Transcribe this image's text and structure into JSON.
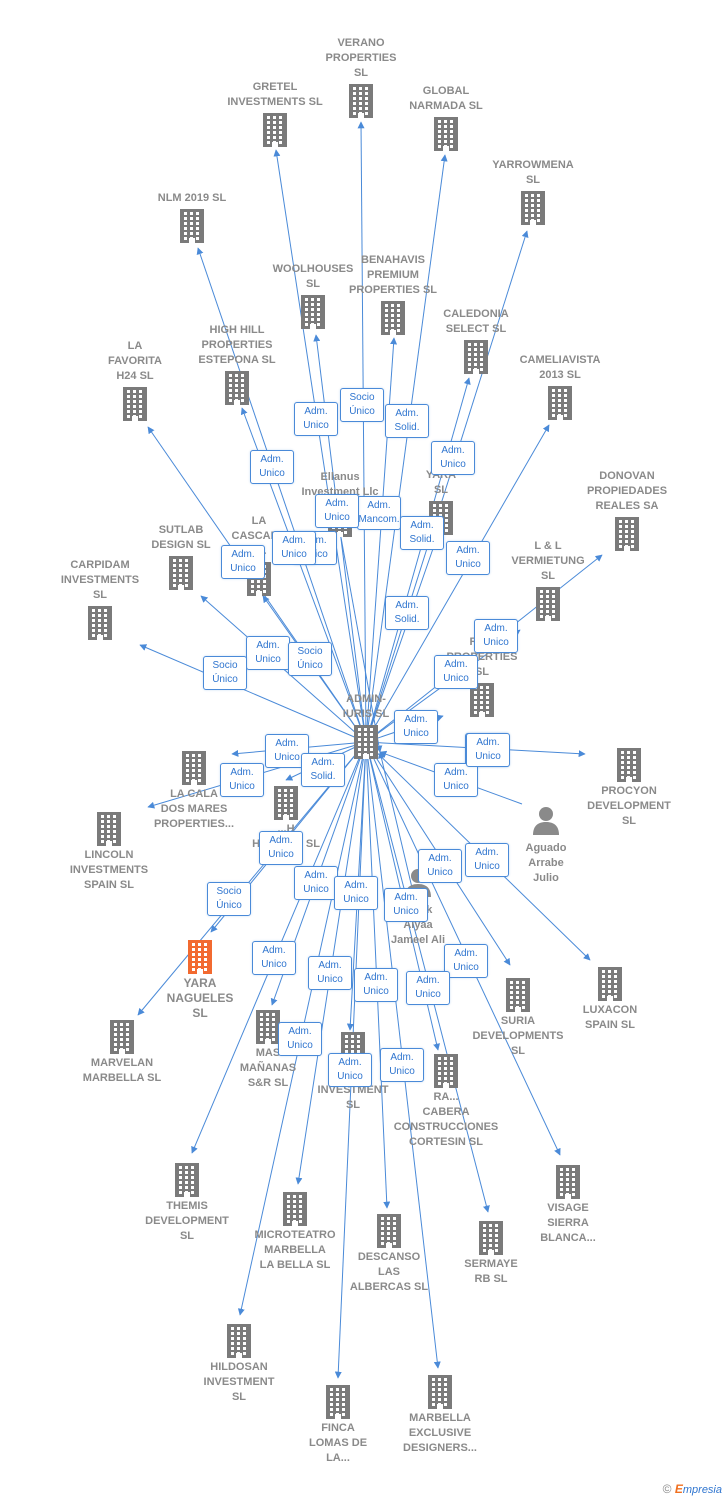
{
  "colors": {
    "edge": "#4a8ad8",
    "building": "#7a7a7a",
    "focus": "#f26a30",
    "person": "#8a8a8a"
  },
  "center": {
    "id": "admin",
    "label": "ADMIN-\nIURIS SL"
  },
  "nodes": [
    {
      "id": "verano",
      "type": "company",
      "label": "VERANO\nPROPERTIES\nSL"
    },
    {
      "id": "gretel",
      "type": "company",
      "label": "GRETEL\nINVESTMENTS SL"
    },
    {
      "id": "global",
      "type": "company",
      "label": "GLOBAL\nNARMADA SL"
    },
    {
      "id": "yarrowmena",
      "type": "company",
      "label": "YARROWMENA\nSL"
    },
    {
      "id": "nlm",
      "type": "company",
      "label": "NLM 2019 SL"
    },
    {
      "id": "woolhouses",
      "type": "company",
      "label": "WOOLHOUSES\nSL"
    },
    {
      "id": "benahavis",
      "type": "company",
      "label": "BENAHAVIS\nPREMIUM\nPROPERTIES SL"
    },
    {
      "id": "caledonia",
      "type": "company",
      "label": "CALEDONIA\nSELECT SL"
    },
    {
      "id": "cameliavista",
      "type": "company",
      "label": "CAMELIAVISTA\n2013 SL"
    },
    {
      "id": "lafavorita",
      "type": "company",
      "label": "LA\nFAVORITA\nH24 SL"
    },
    {
      "id": "highhill",
      "type": "company",
      "label": "HIGH HILL\nPROPERTIES\nESTEPONA SL"
    },
    {
      "id": "ellanus",
      "type": "company",
      "label": "Ellanus\nInvestment Llc"
    },
    {
      "id": "yarasl",
      "type": "company",
      "label": "YARA\nSL"
    },
    {
      "id": "donovan",
      "type": "company",
      "label": "DONOVAN\nPROPIEDADES\nREALES SA"
    },
    {
      "id": "sutlab",
      "type": "company",
      "label": "SUTLAB\nDESIGN SL"
    },
    {
      "id": "lacascada",
      "type": "company",
      "label": "LA\nCASCADA\nP..."
    },
    {
      "id": "llvermi",
      "type": "company",
      "label": "L & L\nVERMIETUNG\nSL"
    },
    {
      "id": "carpidam",
      "type": "company",
      "label": "CARPIDAM\nINVESTMENTS\nSL"
    },
    {
      "id": "raproperties",
      "type": "company",
      "label": "RA...\nPROPERTIES\nSL"
    },
    {
      "id": "procyon",
      "type": "company",
      "label": "PROCYON\nDEVELOPMENT\nSL"
    },
    {
      "id": "lacala",
      "type": "company",
      "label": "LA CALA\nDOS MARES\nPROPERTIES..."
    },
    {
      "id": "lincoln",
      "type": "company",
      "label": "LINCOLN\nINVESTMENTS\nSPAIN SL"
    },
    {
      "id": "aguado",
      "type": "person",
      "label": "Aguado\nArrabe\nJulio"
    },
    {
      "id": "holding",
      "type": "company",
      "label": "...H\nHOLDING SL"
    },
    {
      "id": "farook",
      "type": "person",
      "label": "...ook\nAlyaa\nJameel Ali"
    },
    {
      "id": "luxacon",
      "type": "company",
      "label": "LUXACON\nSPAIN SL"
    },
    {
      "id": "yaranag",
      "type": "focus",
      "label": "YARA\nNAGUELES\nSL"
    },
    {
      "id": "suria",
      "type": "company",
      "label": "SURIA\nDEVELOPMENTS\nSL"
    },
    {
      "id": "marvelan",
      "type": "company",
      "label": "MARVELAN\nMARBELLA SL"
    },
    {
      "id": "masmananas",
      "type": "company",
      "label": "MAS\nMAÑANAS\nS&R SL"
    },
    {
      "id": "hinvest",
      "type": "company",
      "label": "H...S\nINVESTMENT\nSL"
    },
    {
      "id": "cabera",
      "type": "company",
      "label": "RA...\nCABERA\nCONSTRUCCIONES\nCORTESIN SL"
    },
    {
      "id": "themis",
      "type": "company",
      "label": "THEMIS\nDEVELOPMENT\nSL"
    },
    {
      "id": "visage",
      "type": "company",
      "label": "VISAGE\nSIERRA\nBLANCA..."
    },
    {
      "id": "microteatro",
      "type": "company",
      "label": "MICROTEATRO\nMARBELLA\nLA BELLA SL"
    },
    {
      "id": "descanso",
      "type": "company",
      "label": "DESCANSO\nLAS\nALBERCAS SL"
    },
    {
      "id": "sermaye",
      "type": "company",
      "label": "SERMAYE\nRB SL"
    },
    {
      "id": "hildosan",
      "type": "company",
      "label": "HILDOSAN\nINVESTMENT\nSL"
    },
    {
      "id": "finca",
      "type": "company",
      "label": "FINCA\nLOMAS DE\nLA..."
    },
    {
      "id": "marbellaex",
      "type": "company",
      "label": "MARBELLA\nEXCLUSIVE\nDESIGNERS..."
    }
  ],
  "edges": [
    {
      "from": "admin",
      "to": "verano",
      "label": "Socio\nÚnico"
    },
    {
      "from": "admin",
      "to": "gretel",
      "label": "Adm.\nUnico"
    },
    {
      "from": "admin",
      "to": "global",
      "label": "Adm.\nSolid."
    },
    {
      "from": "admin",
      "to": "yarrowmena",
      "label": "Adm.\nUnico"
    },
    {
      "from": "admin",
      "to": "nlm",
      "label": "Adm.\nUnico"
    },
    {
      "from": "admin",
      "to": "woolhouses",
      "label": "Adm.\nUnico"
    },
    {
      "from": "admin",
      "to": "benahavis",
      "label": "Adm.\nMancom."
    },
    {
      "from": "admin",
      "to": "caledonia",
      "label": "Adm.\nSolid."
    },
    {
      "from": "admin",
      "to": "cameliavista",
      "label": "Adm.\nUnico"
    },
    {
      "from": "admin",
      "to": "lafavorita",
      "label": "Adm.\nUnico"
    },
    {
      "from": "admin",
      "to": "highhill",
      "label": "Adm.\nUnico"
    },
    {
      "from": "admin",
      "to": "yarasl",
      "label": "Adm.\nSolid."
    },
    {
      "from": "admin",
      "to": "donovan",
      "label": "Adm.\nUnico"
    },
    {
      "from": "admin",
      "to": "sutlab",
      "label": "Adm.\nUnico"
    },
    {
      "from": "admin",
      "to": "lacascada",
      "label": "Socio\nÚnico"
    },
    {
      "from": "admin",
      "to": "llvermi",
      "label": "Adm.\nUnico"
    },
    {
      "from": "admin",
      "to": "carpidam",
      "label": "Socio\nÚnico"
    },
    {
      "from": "admin",
      "to": "raproperties",
      "label": "Adm.\nUnico"
    },
    {
      "from": "admin",
      "to": "procyon",
      "label": "Adm.\nUnico"
    },
    {
      "from": "admin",
      "to": "lacala",
      "label": "Adm.\nUnico"
    },
    {
      "from": "admin",
      "to": "lincoln",
      "label": "Adm.\nUnico"
    },
    {
      "from": "admin",
      "to": "holding",
      "label": "Adm.\nSolid."
    },
    {
      "from": "admin",
      "to": "luxacon",
      "label": "Adm.\nUnico"
    },
    {
      "from": "admin",
      "to": "yaranag",
      "label": "Socio\nÚnico"
    },
    {
      "from": "admin",
      "to": "suria",
      "label": "Adm.\nUnico"
    },
    {
      "from": "admin",
      "to": "marvelan",
      "label": "Adm.\nUnico"
    },
    {
      "from": "admin",
      "to": "masmananas",
      "label": "Adm.\nUnico"
    },
    {
      "from": "admin",
      "to": "hinvest",
      "label": "Adm.\nUnico"
    },
    {
      "from": "admin",
      "to": "cabera",
      "label": "Adm.\nUnico"
    },
    {
      "from": "admin",
      "to": "themis",
      "label": "Adm.\nUnico"
    },
    {
      "from": "admin",
      "to": "visage",
      "label": "Adm.\nUnico"
    },
    {
      "from": "admin",
      "to": "microteatro",
      "label": "Adm.\nUnico"
    },
    {
      "from": "admin",
      "to": "descanso",
      "label": "Adm.\nUnico"
    },
    {
      "from": "admin",
      "to": "sermaye",
      "label": "Adm.\nUnico"
    },
    {
      "from": "admin",
      "to": "hildosan",
      "label": "Adm.\nUnico"
    },
    {
      "from": "admin",
      "to": "finca",
      "label": "Adm.\nUnico"
    },
    {
      "from": "admin",
      "to": "marbellaex",
      "label": "Adm.\nUnico"
    },
    {
      "from": "aguado",
      "to": "admin",
      "label": "Adm.\nUnico"
    },
    {
      "from": "farook",
      "to": "admin",
      "label": "Adm.\nUnico"
    },
    {
      "from": "ellanus",
      "to": "admin",
      "label": "Adm.\nUnico"
    }
  ],
  "footer": {
    "copyright": "©",
    "brand_initial": "E",
    "brand_rest": "mpresia"
  }
}
